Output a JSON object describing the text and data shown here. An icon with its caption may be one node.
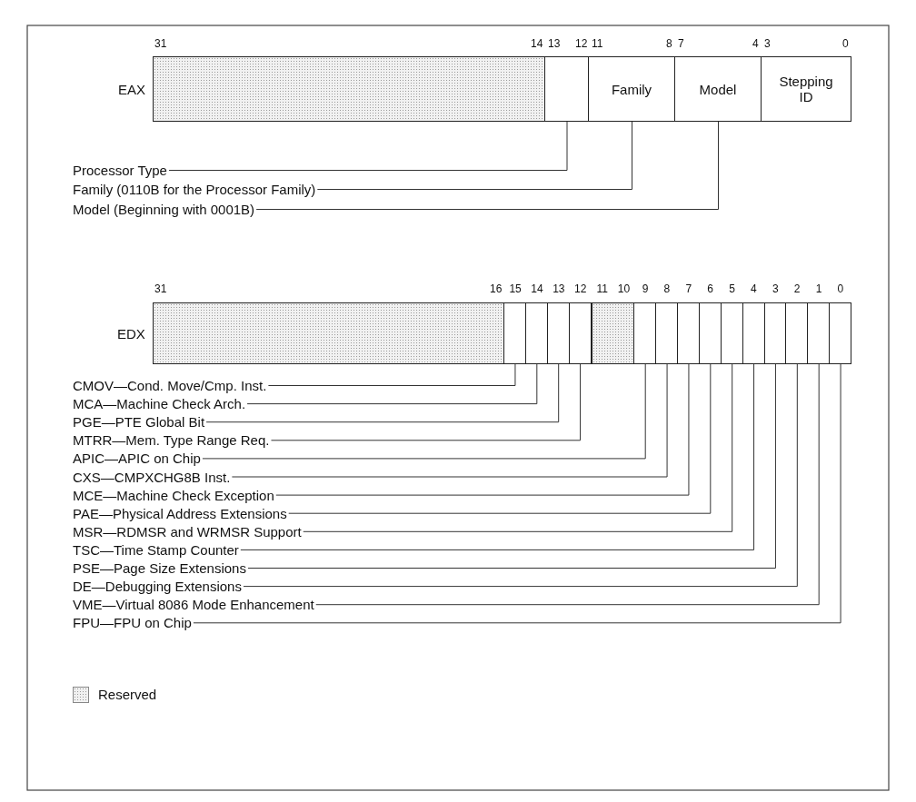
{
  "diagram": {
    "nodes": [
      {
        "text": [],
        "shape": "box"
      },
      {
        "text": [],
        "shape": "box"
      },
      {
        "text": [
          "Family"
        ]
      },
      {
        "text": [
          "Model"
        ]
      },
      {
        "text": [
          "Stepping ID"
        ]
      },
      {
        "text": [
          "Processor Type"
        ]
      },
      {
        "text": [
          "Family (0110B for the Processor Family)"
        ]
      },
      {
        "text": [
          "Model (Beginning with 0001B)"
        ]
      },
      {
        "text": [],
        "shape": "box"
      },
      {
        "text": [],
        "shape": "box"
      },
      {
        "text": [],
        "shape": "box"
      },
      {
        "text": [],
        "shape": "box"
      },
      {
        "text": [],
        "shape": "box"
      },
      {
        "text": [],
        "shape": "box"
      },
      {
        "text": [],
        "shape": "box"
      },
      {
        "text": [],
        "shape": "box"
      },
      {
        "text": [],
        "shape": "box"
      },
      {
        "text": [],
        "shape": "box"
      },
      {
        "text": [],
        "shape": "box"
      },
      {
        "text": [],
        "shape": "box"
      },
      {
        "text": [],
        "shape": "box"
      },
      {
        "text": [],
        "shape": "box"
      },
      {
        "text": [],
        "shape": "box"
      },
      {
        "text": [],
        "shape": "box"
      },
      {
        "text": [
          "CMOV—Cond. Move/Cmp. Inst."
        ]
      },
      {
        "text": [
          "MCA—Machine Check Arch."
        ]
      },
      {
        "text": [
          "PGE—PTE Global Bit"
        ]
      },
      {
        "text": [
          "MTRR—Mem. Type Range Req."
        ]
      },
      {
        "text": [
          "APIC—APIC on Chip"
        ]
      },
      {
        "text": [
          "CXS—CMPXCHG8B Inst."
        ]
      },
      {
        "text": [
          "MCE—Machine Check Exception"
        ]
      },
      {
        "text": [
          "PAE—Physical Address Extensions"
        ]
      },
      {
        "text": [
          "MSR—RDMSR and WRMSR Support"
        ]
      },
      {
        "text": [
          "TSC—Time Stamp Counter"
        ]
      },
      {
        "text": [
          "PSE—Page Size Extensions"
        ]
      },
      {
        "text": [
          "DE—Debugging Extensions"
        ]
      },
      {
        "text": [
          "VME—Virtual 8086 Mode Enhancement"
        ]
      },
      {
        "text": [
          "FPU—FPU on Chip"
        ]
      }
    ],
    "edges": [
      {
        "from": 5,
        "to": 1,
        "arrow": "none"
      },
      {
        "from": 6,
        "to": 2,
        "arrow": "none"
      },
      {
        "from": 7,
        "to": 3,
        "arrow": "none"
      },
      {
        "from": 24,
        "to": 9,
        "arrow": "none"
      },
      {
        "from": 25,
        "to": 10,
        "arrow": "none"
      },
      {
        "from": 26,
        "to": 11,
        "arrow": "none"
      },
      {
        "from": 27,
        "to": 12,
        "arrow": "none"
      },
      {
        "from": 28,
        "to": 14,
        "arrow": "none"
      },
      {
        "from": 29,
        "to": 15,
        "arrow": "none"
      },
      {
        "from": 30,
        "to": 16,
        "arrow": "none"
      },
      {
        "from": 31,
        "to": 17,
        "arrow": "none"
      },
      {
        "from": 32,
        "to": 18,
        "arrow": "none"
      },
      {
        "from": 33,
        "to": 19,
        "arrow": "none"
      },
      {
        "from": 34,
        "to": 20,
        "arrow": "none"
      },
      {
        "from": 35,
        "to": 21,
        "arrow": "none"
      },
      {
        "from": 36,
        "to": 22,
        "arrow": "none"
      },
      {
        "from": 37,
        "to": 23,
        "arrow": "none"
      }
    ],
    "labels": [
      "31",
      "14",
      "13",
      "12",
      "11",
      "8",
      "7",
      "4",
      "3",
      "0",
      "EAX",
      "31",
      "16",
      "15",
      "14",
      "13",
      "12",
      "11",
      "10",
      "9",
      "8",
      "7",
      "6",
      "5",
      "4",
      "3",
      "2",
      "1",
      "0",
      "EDX"
    ],
    "legend": [
      {
        "text": "Reserved"
      }
    ]
  }
}
